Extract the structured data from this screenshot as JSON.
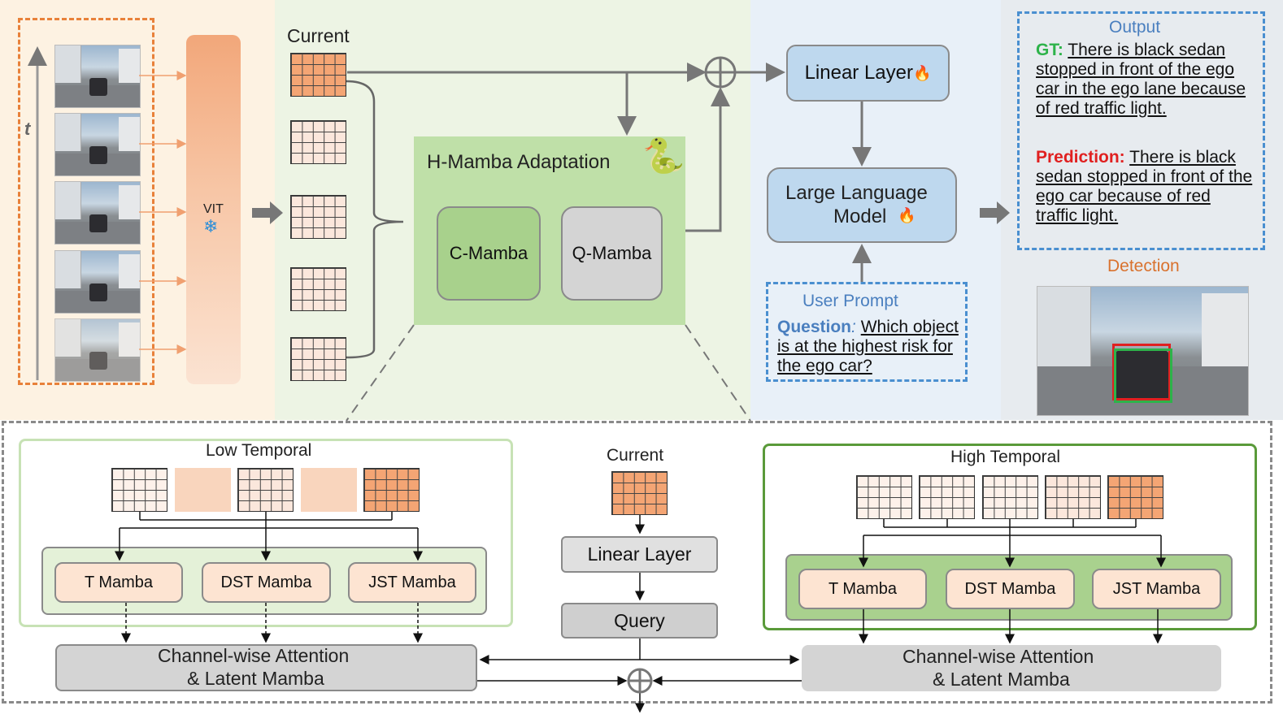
{
  "top": {
    "time_axis_label": "t",
    "vit_label": "VIT",
    "snowflake_icon": "snowflake-icon",
    "current_label": "Current",
    "hmamba_title": "H-Mamba Adaptation",
    "snake_icon": "snake-icon",
    "c_mamba": "C-Mamba",
    "q_mamba": "Q-Mamba",
    "linear_layer": "Linear Layer",
    "llm_line1": "Large Language",
    "llm_line2": "Model",
    "fire_icon": "fire-icon",
    "user_prompt_title": "User Prompt",
    "question_label": "Question",
    "question_sep": ":",
    "question_text": "Which object is at the highest risk for the ego car?",
    "output_title": "Output",
    "gt_label": "GT:",
    "gt_text": "There is  black sedan stopped in front of the ego car in the ego lane because of red traffic light.",
    "pred_label": "Prediction:",
    "pred_text": "There is  black sedan stopped in front of the ego car because of red traffic light.",
    "detection_title": "Detection"
  },
  "bottom": {
    "low_title": "Low Temporal",
    "high_title": "High Temporal",
    "current_label": "Current",
    "linear_layer": "Linear Layer",
    "query": "Query",
    "t_mamba": "T Mamba",
    "dst_mamba": "DST Mamba",
    "jst_mamba": "JST Mamba",
    "cwa_line1": "Channel-wise Attention",
    "cwa_line2": "& Latent Mamba"
  },
  "colors": {
    "orange_accent": "#e8813a",
    "blue_dashed": "#4a8fd0",
    "green_panel": "#a9d18e",
    "gt_green": "#2db34a",
    "pred_red": "#e02020"
  }
}
